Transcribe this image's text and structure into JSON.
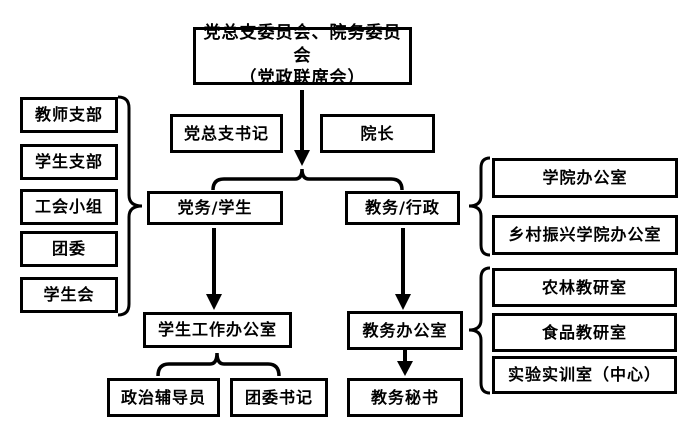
{
  "nodes": {
    "top_committee": {
      "line1": "党总支委员会、院务委员会",
      "line2": "（党政联席会）"
    },
    "party_branch_secretary": "党总支书记",
    "dean": "院长",
    "party_student": "党务/学生",
    "academic_admin": "教务/行政",
    "left_group": [
      "教师支部",
      "学生支部",
      "工会小组",
      "团委",
      "学生会"
    ],
    "admin_offices": [
      "学院办公室",
      "乡村振兴学院办公室"
    ],
    "teaching_rooms": [
      "农林教研室",
      "食品教研室",
      "实验实训室（中心）"
    ],
    "student_affairs_office": "学生工作办公室",
    "political_counselor": "政治辅导员",
    "league_committee_secretary": "团委书记",
    "academic_office": "教务办公室",
    "academic_secretary": "教务秘书"
  },
  "colors": {
    "line": "#000000",
    "box_border": "#000000",
    "background": "#ffffff"
  }
}
